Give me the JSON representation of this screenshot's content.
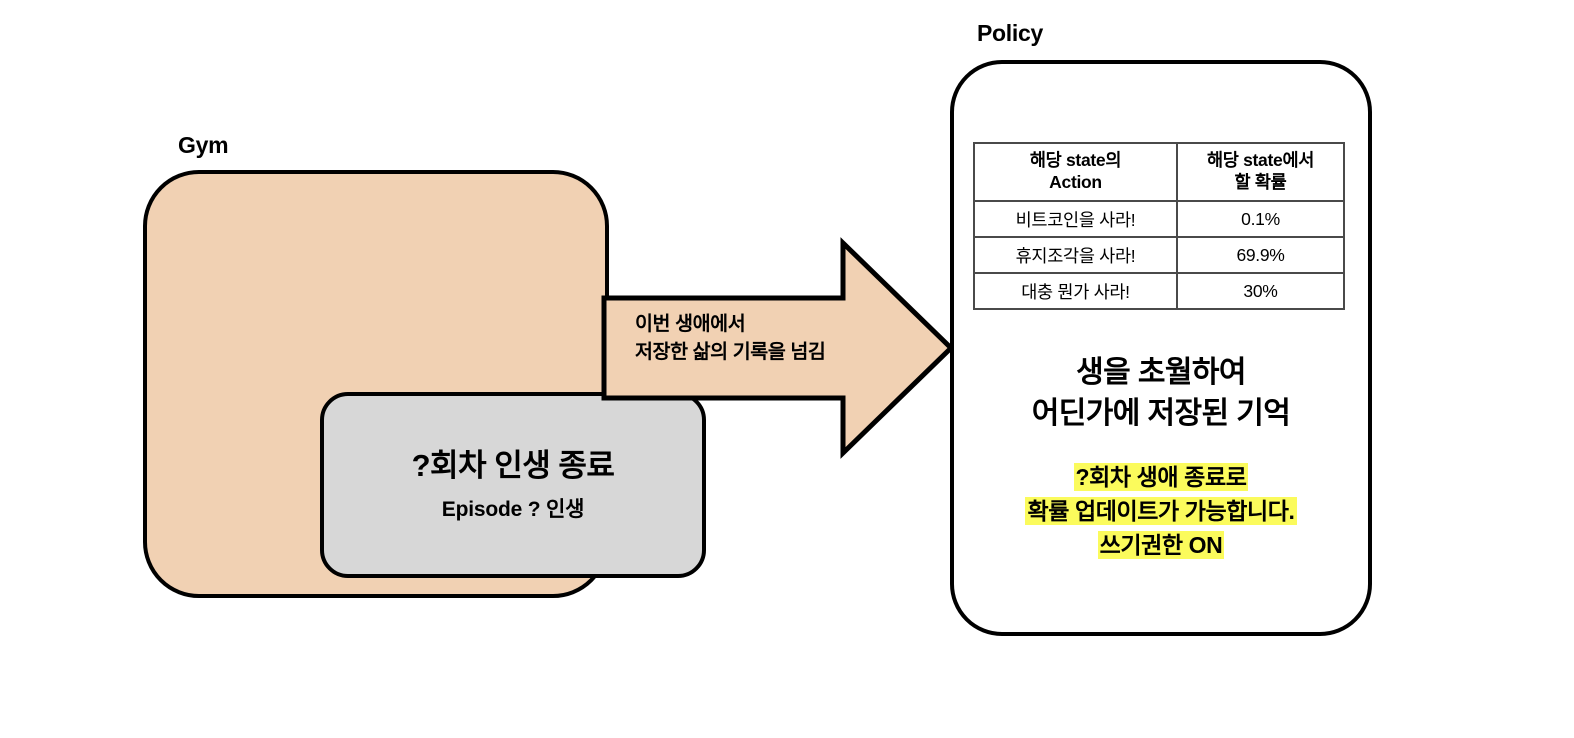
{
  "gym": {
    "label": "Gym",
    "env": {
      "title": "?회차 인생 종료",
      "subtitle": "Episode ? 인생"
    }
  },
  "arrow": {
    "icon": "right-arrow-icon",
    "label": "이번 생애에서\n저장한 삶의 기록을 넘김",
    "fill_color": "#f1d1b3",
    "stroke_color": "#000000"
  },
  "policy": {
    "label": "Policy",
    "table": {
      "headers": [
        "해당 state의\nAction",
        "해당 state에서\n할 확률"
      ],
      "rows": [
        {
          "action": "비트코인을 사라!",
          "probability": "0.1%"
        },
        {
          "action": "휴지조각을 사라!",
          "probability": "69.9%"
        },
        {
          "action": "대충 뭔가 사라!",
          "probability": "30%"
        }
      ]
    },
    "memory_text": "생을 초월하여\n어딘가에 저장된 기억",
    "highlight": {
      "lines": [
        "?회차 생애 종료로",
        "확률 업데이트가 가능합니다.",
        "쓰기권한 ON"
      ],
      "color": "#fbfb5c"
    }
  },
  "colors": {
    "peach": "#f1d1b3",
    "gray": "#d7d7d7",
    "outline": "#000000",
    "highlight": "#fbfb5c",
    "table_border": "#4a4a4a"
  }
}
